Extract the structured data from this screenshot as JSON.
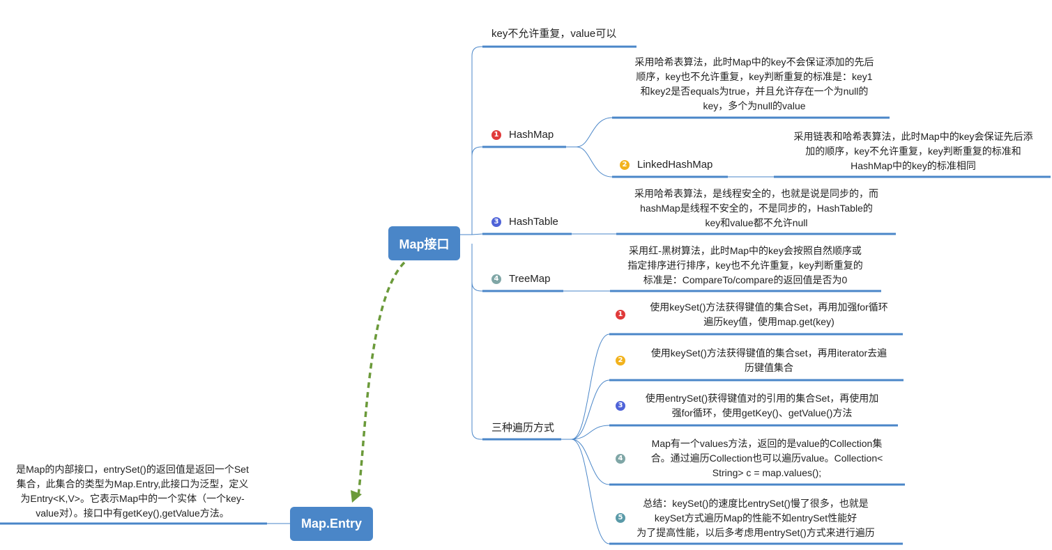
{
  "colors": {
    "topic_fill": "#4a86c8",
    "branch_line": "#4a86c8",
    "relation_line": "#6b9a3a",
    "badge_1": "#e03a3a",
    "badge_2": "#f2b21c",
    "badge_3": "#4f63d8",
    "badge_4": "#7fa6a6",
    "badge_5": "#5a9aa8"
  },
  "map": {
    "title": "Map接口",
    "key_rule": "key不允许重复，value可以",
    "hashmap": {
      "badge": "1",
      "label": "HashMap",
      "note": [
        "采用哈希表算法，此时Map中的key不会保证添加的先后",
        "顺序，key也不允许重复，key判断重复的标准是：key1",
        "和key2是否equals为true，并且允许存在一个为null的",
        "key，多个为null的value"
      ],
      "linked": {
        "badge": "2",
        "label": "LinkedHashMap",
        "note": [
          "采用链表和哈希表算法，此时Map中的key会保证先后添",
          "加的顺序，key不允许重复，key判断重复的标准和",
          "HashMap中的key的标准相同"
        ]
      }
    },
    "hashtable": {
      "badge": "3",
      "label": "HashTable",
      "note": [
        "采用哈希表算法，是线程安全的，也就是说是同步的，而",
        "hashMap是线程不安全的，不是同步的，HashTable的",
        "key和value都不允许null"
      ]
    },
    "treemap": {
      "badge": "4",
      "label": "TreeMap",
      "note": [
        "采用红-黑树算法，此时Map中的key会按照自然顺序或",
        "指定排序进行排序，key也不允许重复，key判断重复的",
        "标准是：CompareTo/compare的返回值是否为0"
      ]
    },
    "traversal": {
      "label": "三种遍历方式",
      "items": [
        {
          "badge": "1",
          "lines": [
            "使用keySet()方法获得键值的集合Set，再用加强for循环",
            "遍历key值，使用map.get(key)"
          ]
        },
        {
          "badge": "2",
          "lines": [
            "使用keySet()方法获得键值的集合set，再用iterator去遍",
            "历键值集合"
          ]
        },
        {
          "badge": "3",
          "lines": [
            "使用entrySet()获得键值对的引用的集合Set，再使用加",
            "强for循环，使用getKey()、getValue()方法"
          ]
        },
        {
          "badge": "4",
          "lines": [
            "Map有一个values方法，返回的是value的Collection集",
            "合。通过遍历Collection也可以遍历value。Collection<",
            "String> c = map.values();"
          ]
        },
        {
          "badge": "5",
          "lines": [
            "总结：keySet()的速度比entrySet()慢了很多，也就是",
            "keySet方式遍历Map的性能不如entrySet性能好",
            "为了提高性能，以后多考虑用entrySet()方式来进行遍历"
          ]
        }
      ]
    }
  },
  "entry": {
    "title": "Map.Entry",
    "note": [
      "是Map的内部接口，entrySet()的返回值是返回一个Set",
      "集合，此集合的类型为Map.Entry,此接口为泛型，定义",
      "为Entry<K,V>。它表示Map中的一个实体（一个key-",
      "value对）。接口中有getKey(),getValue方法。"
    ]
  }
}
